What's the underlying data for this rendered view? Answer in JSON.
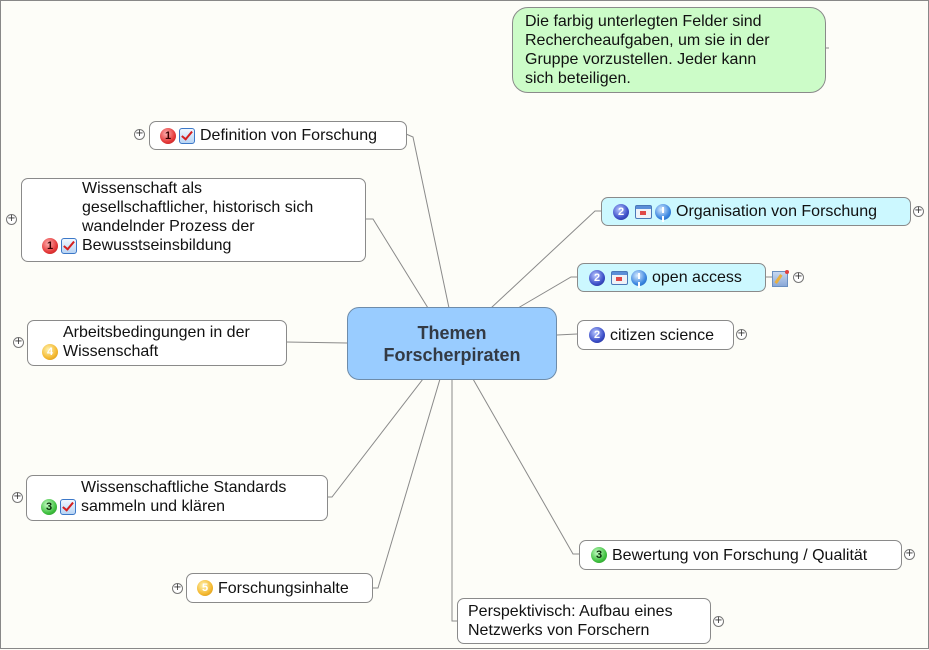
{
  "central": {
    "title": "Themen\nForscherpiraten"
  },
  "note": {
    "text": "Die farbig unterlegten Felder sind\nRechercheaufgaben, um sie in der\nGruppe vorzustellen. Jeder kann\nsich beteiligen."
  },
  "topics": [
    {
      "id": "definition",
      "label": "Definition von Forschung",
      "priority": "1",
      "icons": [
        "priority-1",
        "task-done"
      ],
      "highlighted": false
    },
    {
      "id": "wissenschaft",
      "label": "Wissenschaft als\ngesellschaftlicher, historisch sich\nwandelnder Prozess der\nBewusstseinsbildung",
      "priority": "1",
      "icons": [
        "priority-1",
        "task-done"
      ],
      "highlighted": false
    },
    {
      "id": "arbeitsbedingungen",
      "label": "Arbeitsbedingungen in der\nWissenschaft",
      "priority": "4",
      "icons": [
        "priority-4"
      ],
      "highlighted": false
    },
    {
      "id": "standards",
      "label": "Wissenschaftliche Standards\nsammeln und klären",
      "priority": "3",
      "icons": [
        "priority-3",
        "task-done"
      ],
      "highlighted": false
    },
    {
      "id": "forschungsinhalte",
      "label": "Forschungsinhalte",
      "priority": "5",
      "icons": [
        "priority-5"
      ],
      "highlighted": false
    },
    {
      "id": "organisation",
      "label": "Organisation von Forschung",
      "priority": "2",
      "icons": [
        "priority-2",
        "calendar",
        "info"
      ],
      "highlighted": true
    },
    {
      "id": "openaccess",
      "label": "open access",
      "priority": "2",
      "icons": [
        "priority-2",
        "calendar",
        "info"
      ],
      "highlighted": true,
      "has_notes": true
    },
    {
      "id": "citizen",
      "label": "citizen science",
      "priority": "2",
      "icons": [
        "priority-2"
      ],
      "highlighted": false
    },
    {
      "id": "bewertung",
      "label": "Bewertung von Forschung / Qualität",
      "priority": "3",
      "icons": [
        "priority-3"
      ],
      "highlighted": false
    },
    {
      "id": "perspektivisch",
      "label": "Perspektivisch: Aufbau eines\nNetzwerks von Forschern",
      "priority": "",
      "icons": [],
      "highlighted": false
    }
  ],
  "colors": {
    "central_fill": "#99ccff",
    "highlight_fill": "#ccf8ff",
    "note_fill": "#ccfcc8",
    "background": "#fdfdf8"
  }
}
